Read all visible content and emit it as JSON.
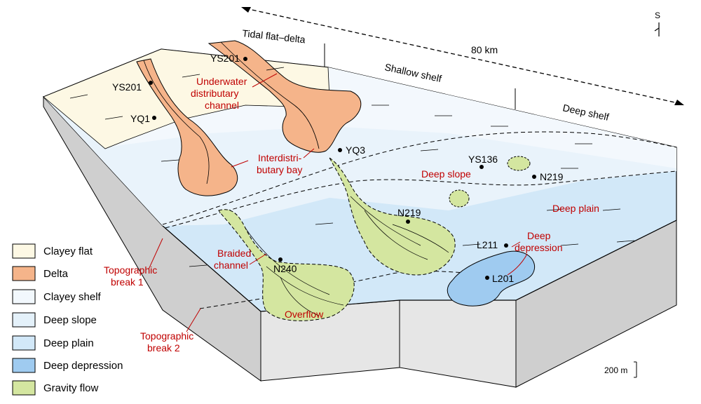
{
  "zones": {
    "tidal_flat_delta": "Tidal flat–delta",
    "shallow_shelf": "Shallow shelf",
    "deep_shelf": "Deep shelf"
  },
  "scale": {
    "horizontal": "80 km",
    "vertical": "200 m",
    "orientation": "S"
  },
  "wells": {
    "ys201_a": "YS201",
    "ys201_b": "YS201",
    "yq1": "YQ1",
    "yq3": "YQ3",
    "ys136": "YS136",
    "n219_a": "N219",
    "n219_b": "N219",
    "n240": "N240",
    "l211": "L211",
    "l201": "L201"
  },
  "annotations": {
    "channel_1": "Underwater",
    "channel_2": "distributary",
    "channel_3": "channel",
    "bay_1": "Interdistri-",
    "bay_2": "butary bay",
    "deep_slope": "Deep slope",
    "deep_plain": "Deep plain",
    "depression_1": "Deep",
    "depression_2": "depression",
    "braided_1": "Braided",
    "braided_2": "channel",
    "overflow": "Overflow",
    "break1_1": "Topographic",
    "break1_2": "break 1",
    "break2_1": "Topographic",
    "break2_2": "break 2"
  },
  "legend": [
    {
      "label": "Clayey flat",
      "color": "#fdf8e4"
    },
    {
      "label": "Delta",
      "color": "#f5b48a"
    },
    {
      "label": "Clayey shelf",
      "color": "#f2f8fd"
    },
    {
      "label": "Deep slope",
      "color": "#e4f1fa"
    },
    {
      "label": "Deep plain",
      "color": "#d2e8f8"
    },
    {
      "label": "Deep depression",
      "color": "#9fcbf0"
    },
    {
      "label": "Gravity flow",
      "color": "#d4e6a0"
    }
  ]
}
